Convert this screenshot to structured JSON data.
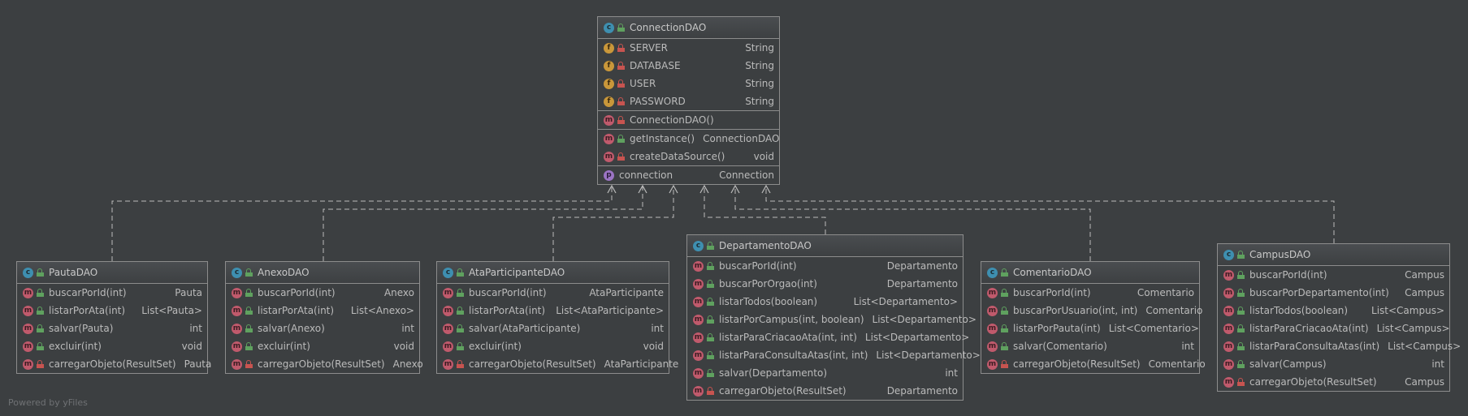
{
  "footer": "Powered by yFiles",
  "classes": [
    {
      "id": "connection",
      "name": "ConnectionDAO",
      "sections": [
        [
          {
            "kind": "f",
            "vis": "private",
            "name": "SERVER",
            "type": "String"
          },
          {
            "kind": "f",
            "vis": "private",
            "name": "DATABASE",
            "type": "String"
          },
          {
            "kind": "f",
            "vis": "private",
            "name": "USER",
            "type": "String"
          },
          {
            "kind": "f",
            "vis": "private",
            "name": "PASSWORD",
            "type": "String"
          }
        ],
        [
          {
            "kind": "m",
            "vis": "private",
            "name": "ConnectionDAO()",
            "type": ""
          }
        ],
        [
          {
            "kind": "m",
            "vis": "public",
            "name": "getInstance()",
            "type": "ConnectionDAO"
          },
          {
            "kind": "m",
            "vis": "private",
            "name": "createDataSource()",
            "type": "void"
          }
        ],
        [
          {
            "kind": "p",
            "vis": "",
            "name": "connection",
            "type": "Connection"
          }
        ]
      ]
    },
    {
      "id": "pauta",
      "name": "PautaDAO",
      "sections": [
        [
          {
            "kind": "m",
            "vis": "public",
            "name": "buscarPorId(int)",
            "type": "Pauta"
          },
          {
            "kind": "m",
            "vis": "public",
            "name": "listarPorAta(int)",
            "type": "List<Pauta>"
          },
          {
            "kind": "m",
            "vis": "public",
            "name": "salvar(Pauta)",
            "type": "int"
          },
          {
            "kind": "m",
            "vis": "public",
            "name": "excluir(int)",
            "type": "void"
          },
          {
            "kind": "m",
            "vis": "private",
            "name": "carregarObjeto(ResultSet)",
            "type": "Pauta"
          }
        ]
      ]
    },
    {
      "id": "anexo",
      "name": "AnexoDAO",
      "sections": [
        [
          {
            "kind": "m",
            "vis": "public",
            "name": "buscarPorId(int)",
            "type": "Anexo"
          },
          {
            "kind": "m",
            "vis": "public",
            "name": "listarPorAta(int)",
            "type": "List<Anexo>"
          },
          {
            "kind": "m",
            "vis": "public",
            "name": "salvar(Anexo)",
            "type": "int"
          },
          {
            "kind": "m",
            "vis": "public",
            "name": "excluir(int)",
            "type": "void"
          },
          {
            "kind": "m",
            "vis": "private",
            "name": "carregarObjeto(ResultSet)",
            "type": "Anexo"
          }
        ]
      ]
    },
    {
      "id": "ataparticipante",
      "name": "AtaParticipanteDAO",
      "sections": [
        [
          {
            "kind": "m",
            "vis": "public",
            "name": "buscarPorId(int)",
            "type": "AtaParticipante"
          },
          {
            "kind": "m",
            "vis": "public",
            "name": "listarPorAta(int)",
            "type": "List<AtaParticipante>"
          },
          {
            "kind": "m",
            "vis": "public",
            "name": "salvar(AtaParticipante)",
            "type": "int"
          },
          {
            "kind": "m",
            "vis": "public",
            "name": "excluir(int)",
            "type": "void"
          },
          {
            "kind": "m",
            "vis": "private",
            "name": "carregarObjeto(ResultSet)",
            "type": "AtaParticipante"
          }
        ]
      ]
    },
    {
      "id": "departamento",
      "name": "DepartamentoDAO",
      "sections": [
        [
          {
            "kind": "m",
            "vis": "public",
            "name": "buscarPorId(int)",
            "type": "Departamento"
          },
          {
            "kind": "m",
            "vis": "public",
            "name": "buscarPorOrgao(int)",
            "type": "Departamento"
          },
          {
            "kind": "m",
            "vis": "public",
            "name": "listarTodos(boolean)",
            "type": "List<Departamento>"
          },
          {
            "kind": "m",
            "vis": "public",
            "name": "listarPorCampus(int, boolean)",
            "type": "List<Departamento>"
          },
          {
            "kind": "m",
            "vis": "public",
            "name": "listarParaCriacaoAta(int, int)",
            "type": "List<Departamento>"
          },
          {
            "kind": "m",
            "vis": "public",
            "name": "listarParaConsultaAtas(int, int)",
            "type": "List<Departamento>"
          },
          {
            "kind": "m",
            "vis": "public",
            "name": "salvar(Departamento)",
            "type": "int"
          },
          {
            "kind": "m",
            "vis": "private",
            "name": "carregarObjeto(ResultSet)",
            "type": "Departamento"
          }
        ]
      ]
    },
    {
      "id": "comentario",
      "name": "ComentarioDAO",
      "sections": [
        [
          {
            "kind": "m",
            "vis": "public",
            "name": "buscarPorId(int)",
            "type": "Comentario"
          },
          {
            "kind": "m",
            "vis": "public",
            "name": "buscarPorUsuario(int, int)",
            "type": "Comentario"
          },
          {
            "kind": "m",
            "vis": "public",
            "name": "listarPorPauta(int)",
            "type": "List<Comentario>"
          },
          {
            "kind": "m",
            "vis": "public",
            "name": "salvar(Comentario)",
            "type": "int"
          },
          {
            "kind": "m",
            "vis": "private",
            "name": "carregarObjeto(ResultSet)",
            "type": "Comentario"
          }
        ]
      ]
    },
    {
      "id": "campus",
      "name": "CampusDAO",
      "sections": [
        [
          {
            "kind": "m",
            "vis": "public",
            "name": "buscarPorId(int)",
            "type": "Campus"
          },
          {
            "kind": "m",
            "vis": "public",
            "name": "buscarPorDepartamento(int)",
            "type": "Campus"
          },
          {
            "kind": "m",
            "vis": "public",
            "name": "listarTodos(boolean)",
            "type": "List<Campus>"
          },
          {
            "kind": "m",
            "vis": "public",
            "name": "listarParaCriacaoAta(int)",
            "type": "List<Campus>"
          },
          {
            "kind": "m",
            "vis": "public",
            "name": "listarParaConsultaAtas(int)",
            "type": "List<Campus>"
          },
          {
            "kind": "m",
            "vis": "public",
            "name": "salvar(Campus)",
            "type": "int"
          },
          {
            "kind": "m",
            "vis": "private",
            "name": "carregarObjeto(ResultSet)",
            "type": "Campus"
          }
        ]
      ]
    }
  ],
  "dependencies": [
    "pauta",
    "anexo",
    "ataparticipante",
    "departamento",
    "comentario",
    "campus"
  ],
  "colors": {
    "background": "#3c3f41",
    "border": "#8c8c8c",
    "edge": "#bbbbbb"
  }
}
